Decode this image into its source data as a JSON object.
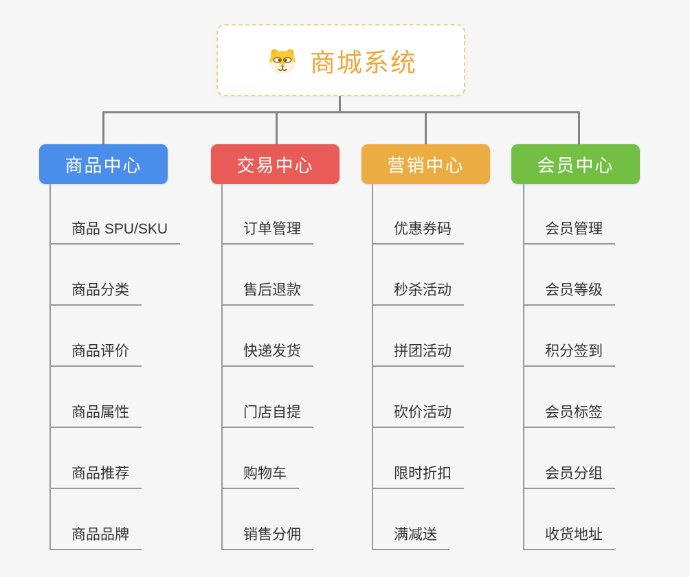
{
  "root": {
    "title": "商城系统",
    "icon": "dog-face-icon"
  },
  "branches": [
    {
      "label": "商品中心",
      "color": "#4b8dea",
      "children": [
        "商品 SPU/SKU",
        "商品分类",
        "商品评价",
        "商品属性",
        "商品推荐",
        "商品品牌"
      ]
    },
    {
      "label": "交易中心",
      "color": "#e85b57",
      "children": [
        "订单管理",
        "售后退款",
        "快递发货",
        "门店自提",
        "购物车",
        "销售分佣"
      ]
    },
    {
      "label": "营销中心",
      "color": "#ebad41",
      "children": [
        "优惠券码",
        "秒杀活动",
        "拼团活动",
        "砍价活动",
        "限时折扣",
        "满减送"
      ]
    },
    {
      "label": "会员中心",
      "color": "#73bf44",
      "children": [
        "会员管理",
        "会员等级",
        "积分签到",
        "会员标签",
        "会员分组",
        "收货地址"
      ]
    }
  ],
  "colors": {
    "background": "#f6f6f6",
    "connector": "#848484",
    "leaf_line": "#999999",
    "leaf_text": "#333333",
    "root_border": "#f6cd82",
    "root_text": "#f0a63a"
  }
}
